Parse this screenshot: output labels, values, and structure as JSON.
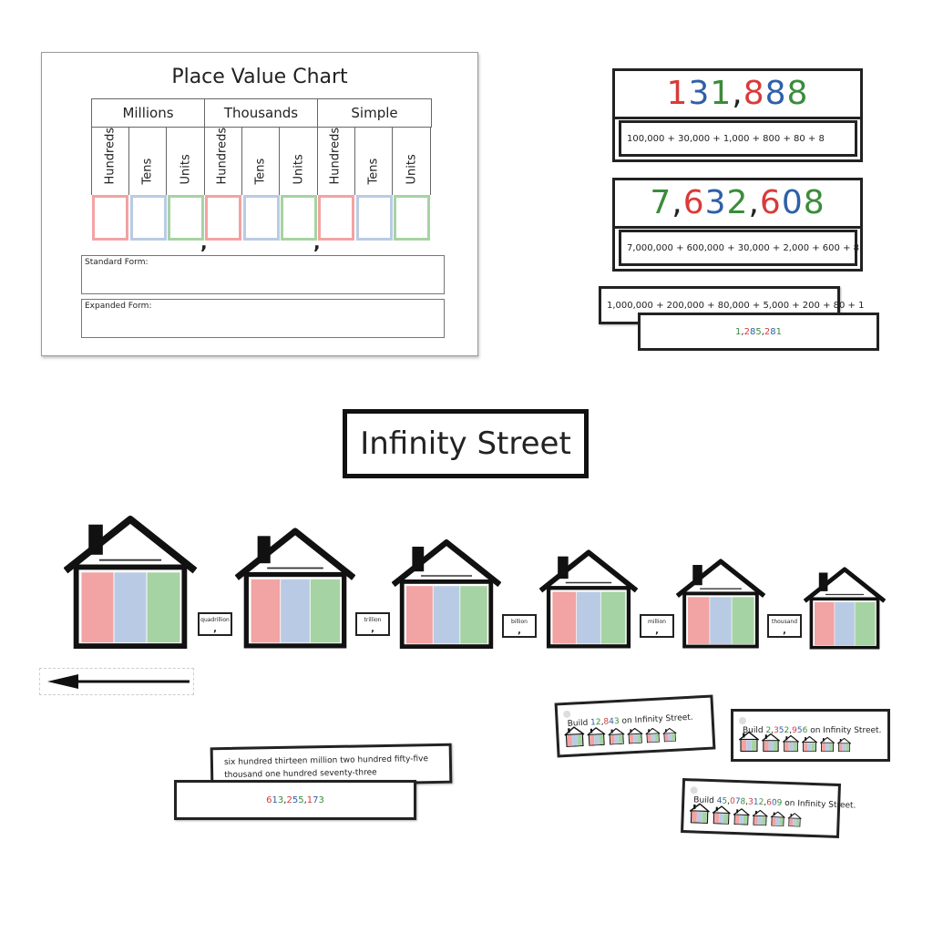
{
  "chart_sheet": {
    "title": "Place Value Chart",
    "groups": [
      "Millions",
      "Thousands",
      "Simple"
    ],
    "columns": [
      "Hundreds",
      "Tens",
      "Units"
    ],
    "comma": ",",
    "standard_form_label": "Standard Form:",
    "expanded_form_label": "Expanded Form:",
    "colors": {
      "hundreds": "#f2a3a3",
      "tens": "#b9cbe4",
      "units": "#a6d3a3"
    }
  },
  "number_cards": [
    {
      "digits": [
        {
          "t": "1",
          "c": "#d93a3a"
        },
        {
          "t": "3",
          "c": "#2f5fa8"
        },
        {
          "t": "1",
          "c": "#3a8c3a"
        },
        {
          "t": ",",
          "c": "#222222"
        },
        {
          "t": "8",
          "c": "#d93a3a"
        },
        {
          "t": "8",
          "c": "#2f5fa8"
        },
        {
          "t": "8",
          "c": "#3a8c3a"
        }
      ],
      "expanded": "100,000 + 30,000 + 1,000 + 800 + 80 + 8"
    },
    {
      "digits": [
        {
          "t": "7",
          "c": "#3a8c3a"
        },
        {
          "t": ",",
          "c": "#222222"
        },
        {
          "t": "6",
          "c": "#d93a3a"
        },
        {
          "t": "3",
          "c": "#2f5fa8"
        },
        {
          "t": "2",
          "c": "#3a8c3a"
        },
        {
          "t": ",",
          "c": "#222222"
        },
        {
          "t": "6",
          "c": "#d93a3a"
        },
        {
          "t": "0",
          "c": "#2f5fa8"
        },
        {
          "t": "8",
          "c": "#3a8c3a"
        }
      ],
      "expanded": "7,000,000 + 600,000 + 30,000 + 2,000 + 600 + 8"
    }
  ],
  "pair_card_1": {
    "expanded": "1,000,000 + 200,000 + 80,000 + 5,000 + 200 + 80 + 1",
    "number": "1,285,281"
  },
  "street": {
    "title": "Infinity Street",
    "separators": [
      "quadrillion",
      "trillion",
      "billion",
      "million",
      "thousand"
    ],
    "comma": ","
  },
  "word_card": {
    "words": "six hundred thirteen million two hundred fifty-five thousand one hundred seventy-three",
    "number": "613,255,173"
  },
  "build_cards": [
    {
      "text_before": "Build ",
      "number": "12,843",
      "text_after": " on Infinity Street."
    },
    {
      "text_before": "Build ",
      "number": "2,352,956",
      "text_after": " on Infinity Street."
    },
    {
      "text_before": "Build ",
      "number": "45,078,312,609",
      "text_after": " on Infinity Street."
    }
  ],
  "icons": [
    "arrow-left-icon",
    "house-icon"
  ]
}
